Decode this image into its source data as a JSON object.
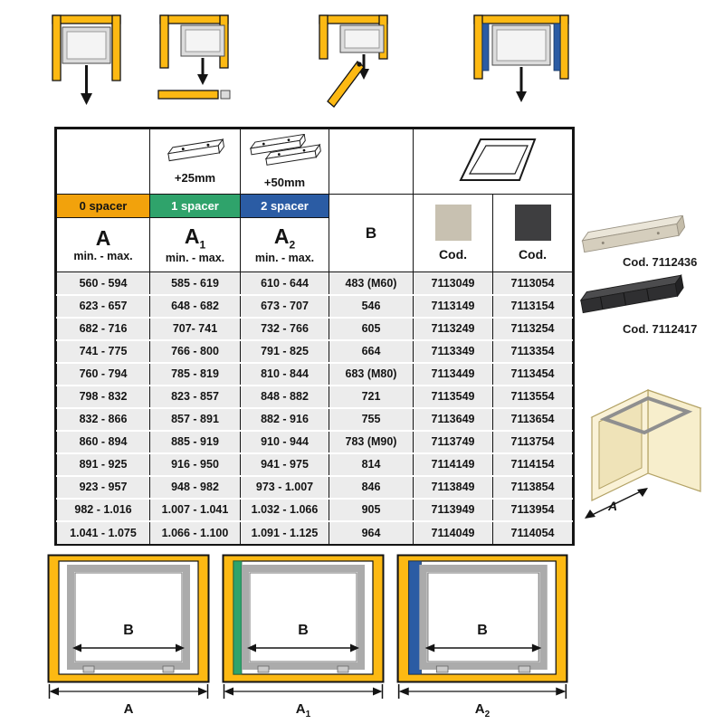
{
  "colors": {
    "cabinet_yellow": "#FDB913",
    "spacer0_orange": "#F2A20C",
    "spacer1_green": "#2FA36B",
    "spacer2_blue": "#2B5CA4",
    "row_gray": "#ECECEC",
    "swatch_beige": "#C8C1B1",
    "swatch_dark": "#3E3E40"
  },
  "top_diagrams": [
    {
      "icon": "cabinet-top-view-frame-front-icon"
    },
    {
      "icon": "cabinet-top-view-panel-below-icon"
    },
    {
      "icon": "cabinet-top-view-hinged-door-icon"
    },
    {
      "icon": "cabinet-top-view-spacers-icon"
    }
  ],
  "table": {
    "icons": {
      "plus25_label": "+25mm",
      "plus50_label": "+50mm",
      "spacer_bar_icon": "spacer-bar-icon",
      "double_spacer_bar_icon": "double-spacer-bar-icon",
      "frame_icon": "pullout-frame-icon"
    },
    "columns": {
      "a": {
        "spacer": "0 spacer",
        "letter": "A",
        "range": "min. - max."
      },
      "a1": {
        "spacer": "1 spacer",
        "letter": "A",
        "sub": "1",
        "range": "min. - max."
      },
      "a2": {
        "spacer": "2 spacer",
        "letter": "A",
        "sub": "2",
        "range": "min. - max."
      },
      "b": {
        "letter": "B"
      },
      "cod1": {
        "label": "Cod.",
        "swatch": "beige"
      },
      "cod2": {
        "label": "Cod.",
        "swatch": "dark-gray"
      }
    },
    "rows": [
      {
        "a": "560 - 594",
        "a1": "585 - 619",
        "a2": "610 - 644",
        "b": "483 (M60)",
        "c1": "7113049",
        "c2": "7113054"
      },
      {
        "a": "623 - 657",
        "a1": "648 - 682",
        "a2": "673 - 707",
        "b": "546",
        "c1": "7113149",
        "c2": "7113154"
      },
      {
        "a": "682 - 716",
        "a1": "707- 741",
        "a2": "732 - 766",
        "b": "605",
        "c1": "7113249",
        "c2": "7113254"
      },
      {
        "a": "741 - 775",
        "a1": "766 - 800",
        "a2": "791 - 825",
        "b": "664",
        "c1": "7113349",
        "c2": "7113354"
      },
      {
        "a": "760 - 794",
        "a1": "785 - 819",
        "a2": "810 - 844",
        "b": "683 (M80)",
        "c1": "7113449",
        "c2": "7113454"
      },
      {
        "a": "798 - 832",
        "a1": "823 - 857",
        "a2": "848 - 882",
        "b": "721",
        "c1": "7113549",
        "c2": "7113554"
      },
      {
        "a": "832 - 866",
        "a1": "857 - 891",
        "a2": "882 - 916",
        "b": "755",
        "c1": "7113649",
        "c2": "7113654"
      },
      {
        "a": "860 - 894",
        "a1": "885 - 919",
        "a2": "910 - 944",
        "b": "783 (M90)",
        "c1": "7113749",
        "c2": "7113754"
      },
      {
        "a": "891 - 925",
        "a1": "916 - 950",
        "a2": "941 - 975",
        "b": "814",
        "c1": "7114149",
        "c2": "7114154"
      },
      {
        "a": "923 - 957",
        "a1": "948 - 982",
        "a2": "973 - 1.007",
        "b": "846",
        "c1": "7113849",
        "c2": "7113854"
      },
      {
        "a": "982 - 1.016",
        "a1": "1.007 - 1.041",
        "a2": "1.032 - 1.066",
        "b": "905",
        "c1": "7113949",
        "c2": "7113954"
      },
      {
        "a": "1.041 - 1.075",
        "a1": "1.066 - 1.100",
        "a2": "1.091 - 1.125",
        "b": "964",
        "c1": "7114049",
        "c2": "7114054"
      }
    ]
  },
  "side": {
    "beige_spacer_cod": "Cod. 7112436",
    "black_spacer_cod": "Cod. 7112417",
    "cabinet_dim_label": "A"
  },
  "bottom_diagrams": [
    {
      "inner_label": "B",
      "outer_label": "A"
    },
    {
      "inner_label": "B",
      "outer_label": "A",
      "sub": "1"
    },
    {
      "inner_label": "B",
      "outer_label": "A",
      "sub": "2"
    }
  ]
}
